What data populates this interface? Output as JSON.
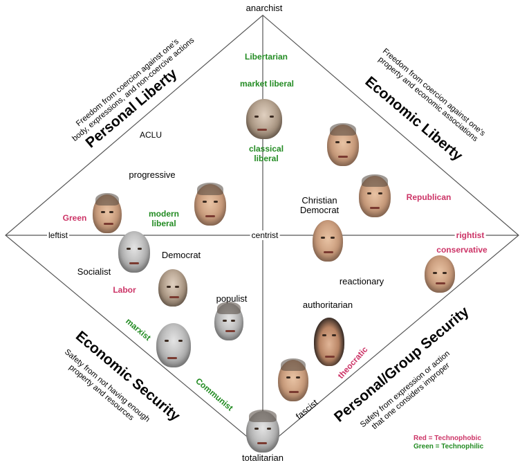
{
  "axes": {
    "top": "anarchist",
    "bottom": "totalitarian",
    "left": "leftist",
    "right": "rightist",
    "center": "centrist"
  },
  "quadrants": {
    "personal_liberty": {
      "title": "Personal Liberty",
      "desc": [
        "Freedom from coercion against one's",
        "body, expressions, and non-coercive actions"
      ]
    },
    "economic_liberty": {
      "title": "Economic Liberty",
      "desc": [
        "Freedom from coercion against one's",
        "property and economic associations"
      ]
    },
    "economic_security": {
      "title": "Economic Security",
      "desc": [
        "Safety from not having enough",
        "property and resources"
      ]
    },
    "personal_group_security": {
      "title": "Personal/Group Security",
      "desc": [
        "Safety from expression or action",
        "that one considers improper"
      ]
    }
  },
  "labels": {
    "libertarian": "Libertarian",
    "market_liberal": "market liberal",
    "classical_liberal": "classical\nliberal",
    "aclu": "ACLU",
    "progressive": "progressive",
    "green": "Green",
    "modern_liberal": "modern\nliberal",
    "christian_democrat": "Christian\nDemocrat",
    "republican": "Republican",
    "conservative": "conservative",
    "democrat": "Democrat",
    "socialist": "Socialist",
    "labor": "Labor",
    "populist": "populist",
    "reactionary": "reactionary",
    "authoritarian": "authoritarian",
    "marxist": "marxist",
    "communist": "Communist",
    "theocratic": "theocratic",
    "fascist": "fascist"
  },
  "legend": {
    "red": "Red = Technophobic",
    "green": "Green = Technophilic"
  },
  "colors": {
    "red": "#cc3366",
    "green": "#228b22",
    "line": "#333333"
  }
}
